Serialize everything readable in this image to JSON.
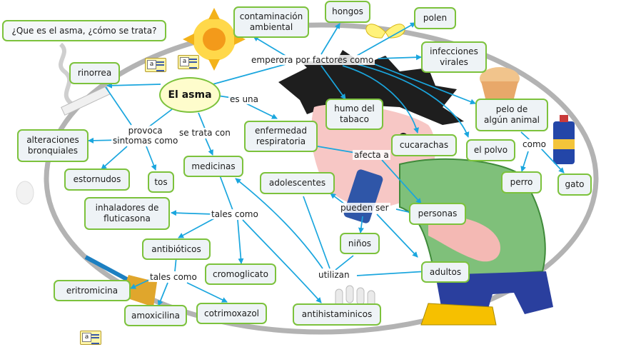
{
  "question": "¿Que es el asma, ¿cómo se trata?",
  "root": "El asma",
  "nodes": {
    "contaminacion": "contaminación\nambiental",
    "hongos": "hongos",
    "polen": "polen",
    "infecciones": "infecciones\nvirales",
    "rinorrea": "rinorrea",
    "humo": "humo del\ntabaco",
    "pelo": "pelo de\nalgún animal",
    "enfermedad": "enfermedad\nrespiratoria",
    "cucarachas": "cucarachas",
    "polvo": "el polvo",
    "alteraciones": "alteraciones\nbronquiales",
    "medicinas": "medicinas",
    "estornudos": "estornudos",
    "tos": "tos",
    "adolescentes": "adolescentes",
    "perro": "perro",
    "gato": "gato",
    "inhaladores": "inhaladores de\nfluticasona",
    "personas": "personas",
    "ninos": "niños",
    "antibioticos": "antibióticos",
    "cromoglicato": "cromoglicato",
    "adultos": "adultos",
    "eritromicina": "eritromicina",
    "amoxicilina": "amoxicilina",
    "cotrimoxazol": "cotrimoxazol",
    "antihistaminicos": "antihistaminicos"
  },
  "links": {
    "emperora": "emperora por factores como",
    "es_una": "es una",
    "provoca": "provoca\nsintomas como",
    "se_trata": "se trata con",
    "afecta": "afecta a",
    "como": "como",
    "pueden_ser": "pueden ser",
    "tales_como_1": "tales como",
    "tales_como_2": "tales como",
    "utilizan": "utilizan"
  },
  "colors": {
    "node_border": "#7cc23c",
    "node_fill": "#eef3f6",
    "root_fill": "#fefccc",
    "edge": "#1aa6de",
    "background_ring": "#9a9a9a"
  },
  "icons": [
    "note-icon",
    "note-icon",
    "note-icon"
  ]
}
